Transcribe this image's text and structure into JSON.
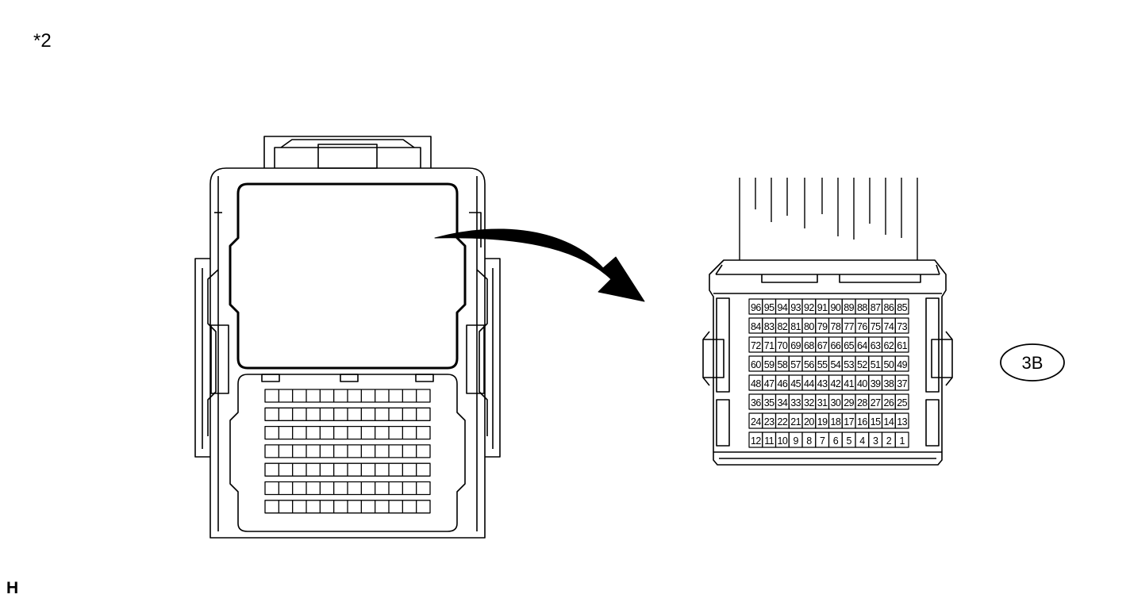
{
  "note_label": "*2",
  "corner_code": "H",
  "connector_code": "3B",
  "terminal_rows": [
    [
      "96",
      "95",
      "94",
      "93",
      "92",
      "91",
      "90",
      "89",
      "88",
      "87",
      "86",
      "85"
    ],
    [
      "84",
      "83",
      "82",
      "81",
      "80",
      "79",
      "78",
      "77",
      "76",
      "75",
      "74",
      "73"
    ],
    [
      "72",
      "71",
      "70",
      "69",
      "68",
      "67",
      "66",
      "65",
      "64",
      "63",
      "62",
      "61"
    ],
    [
      "60",
      "59",
      "58",
      "57",
      "56",
      "55",
      "54",
      "53",
      "52",
      "51",
      "50",
      "49"
    ],
    [
      "48",
      "47",
      "46",
      "45",
      "44",
      "43",
      "42",
      "41",
      "40",
      "39",
      "38",
      "37"
    ],
    [
      "36",
      "35",
      "34",
      "33",
      "32",
      "31",
      "30",
      "29",
      "28",
      "27",
      "26",
      "25"
    ],
    [
      "24",
      "23",
      "22",
      "21",
      "20",
      "19",
      "18",
      "17",
      "16",
      "15",
      "14",
      "13"
    ],
    [
      "12",
      "11",
      "10",
      "9",
      "8",
      "7",
      "6",
      "5",
      "4",
      "3",
      "2",
      "1"
    ]
  ]
}
